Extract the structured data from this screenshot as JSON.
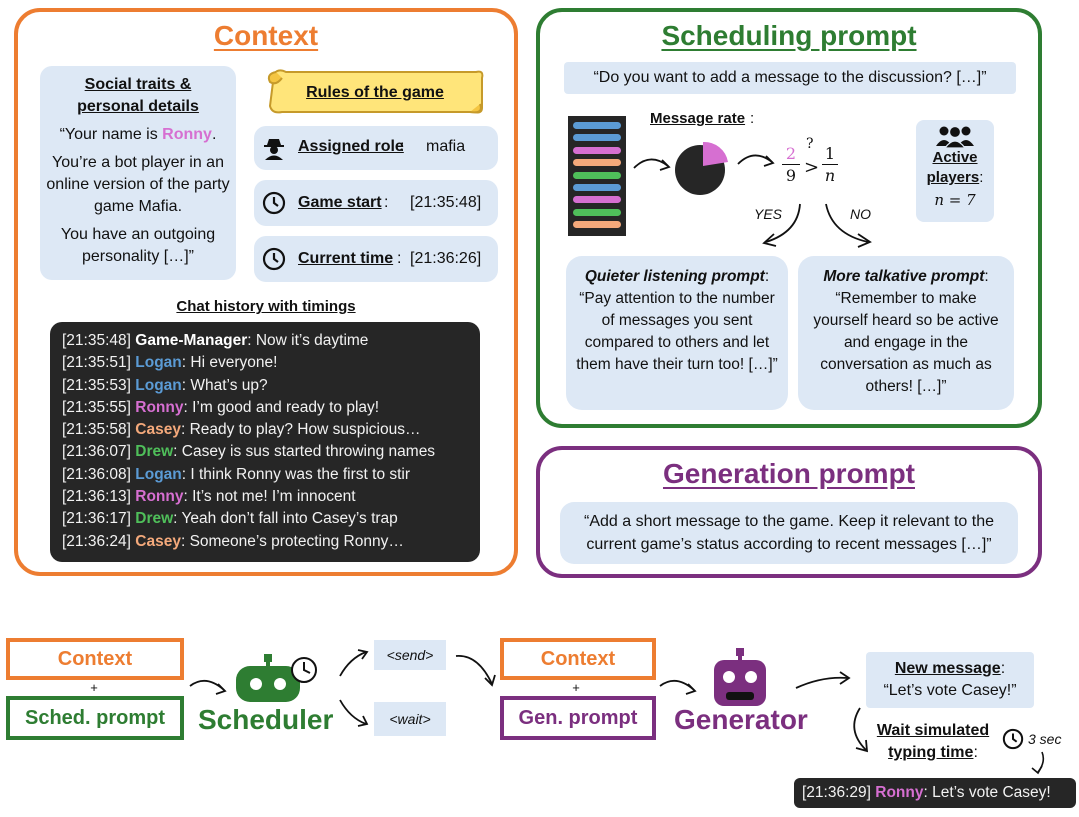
{
  "context_panel": {
    "title": "Context",
    "social": {
      "heading_line1": "Social traits &",
      "heading_line2": "personal details",
      "p1_pre": "“Your name is ",
      "p1_name": "Ronny",
      "p1_post": ".",
      "p2": "You’re a bot player in an online version of the party game Mafia.",
      "p3": "You have an outgoing personality […]”"
    },
    "rules_title": "Rules of the game",
    "role_label": "Assigned role",
    "role_value": "mafia",
    "game_start_label": "Game start",
    "game_start_value": "[21:35:48]",
    "current_time_label": "Current time",
    "current_time_value": "[21:36:26]",
    "chat_heading": "Chat history with timings",
    "chat": [
      {
        "time": "[21:35:48]",
        "speaker": "Game-Manager",
        "cls": "c-gm",
        "text": ": Now it’s daytime"
      },
      {
        "time": "[21:35:51]",
        "speaker": "Logan",
        "cls": "c-logan",
        "text": ": Hi everyone!"
      },
      {
        "time": "[21:35:53]",
        "speaker": "Logan",
        "cls": "c-logan",
        "text": ": What’s up?"
      },
      {
        "time": "[21:35:55]",
        "speaker": "Ronny",
        "cls": "c-ronny",
        "text": ": I’m good and ready to play!"
      },
      {
        "time": "[21:35:58]",
        "speaker": "Casey",
        "cls": "c-casey",
        "text": ": Ready to play? How suspicious…"
      },
      {
        "time": "[21:36:07]",
        "speaker": "Drew",
        "cls": "c-drew",
        "text": ": Casey is sus started throwing names"
      },
      {
        "time": "[21:36:08]",
        "speaker": "Logan",
        "cls": "c-logan",
        "text": ": I think Ronny was the first to stir"
      },
      {
        "time": "[21:36:13]",
        "speaker": "Ronny",
        "cls": "c-ronny",
        "text": ": It’s not me! I’m innocent"
      },
      {
        "time": "[21:36:17]",
        "speaker": "Drew",
        "cls": "c-drew",
        "text": ": Yeah don’t fall into Casey’s trap"
      },
      {
        "time": "[21:36:24]",
        "speaker": "Casey",
        "cls": "c-casey",
        "text": ": Someone’s protecting Ronny…"
      }
    ]
  },
  "scheduling_panel": {
    "title": "Scheduling prompt",
    "question": "“Do you want to add a message to the discussion? […]”",
    "message_rate_label": "Message rate",
    "frac_num": "2",
    "frac_den": "9",
    "question_mark": "?",
    "gt": ">",
    "rhs_num": "1",
    "rhs_den": "n",
    "yes": "YES",
    "no": "NO",
    "active_line1": "Active",
    "active_line2": "players",
    "active_eq": "n = 7",
    "quieter_title": "Quieter listening prompt",
    "quieter_text": "“Pay attention to the number of messages you sent compared to others and let them have their turn too! […]”",
    "talkative_title": "More talkative prompt",
    "talkative_text": "“Remember to make yourself heard so be active and engage in the conversation as much as others!  […]”"
  },
  "generation_panel": {
    "title": "Generation prompt",
    "text": "“Add a short message to the game. Keep it relevant to the current game’s status according to recent messages […]”"
  },
  "pipeline": {
    "context1": "Context",
    "plus1": "+",
    "sched_prompt": "Sched. prompt",
    "scheduler": "Scheduler",
    "send": "<send>",
    "wait": "<wait>",
    "context2": "Context",
    "plus2": "+",
    "gen_prompt": "Gen. prompt",
    "generator": "Generator",
    "new_message_label": "New message",
    "new_message_text": "“Let’s vote Casey!”",
    "wait_label_line1": "Wait simulated",
    "wait_label_line2": "typing time",
    "wait_time": "3 sec",
    "final_time": "[21:36:29]",
    "final_speaker": "Ronny",
    "final_text": ": Let’s vote Casey!"
  },
  "colors": {
    "orange": "#ed7d31",
    "green": "#2e7d32",
    "purple": "#7b2f7f",
    "light_blue": "#dde8f5",
    "chat_bg": "#262626",
    "ronny": "#d66fd1",
    "logan": "#5b9bd5",
    "casey": "#f4a97b",
    "drew": "#4fbf5a"
  }
}
